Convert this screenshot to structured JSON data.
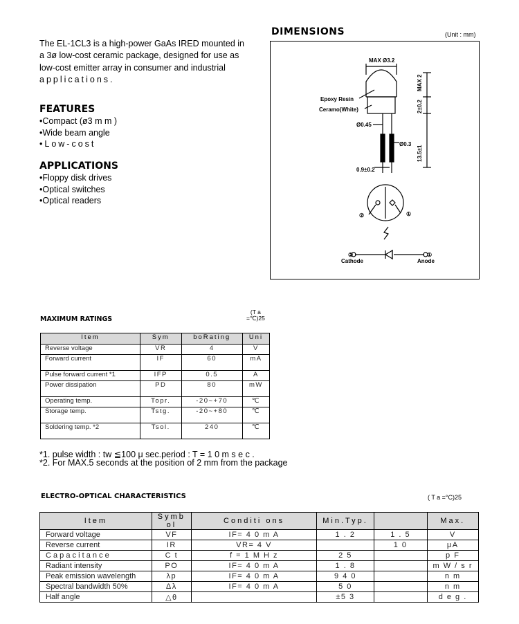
{
  "intro": {
    "text": "The EL-1CL3 is a high-power GaAs IRED mounted in a 3ø low-cost ceramic package, designed for use as low-cost emitter array in consumer and industrial"
  },
  "intro_tail": "applications.",
  "features": {
    "heading": "FEATURES",
    "items": [
      "•Compact (ø3 m m )",
      "•Wide beam angle",
      "•Low-cost"
    ]
  },
  "applications": {
    "heading": "APPLICATIONS",
    "items": [
      "•Floppy disk drives",
      "•Optical switches",
      "•Optical readers"
    ]
  },
  "dimensions": {
    "title": "DIMENSIONS",
    "unit": "(Unit : mm)",
    "labels": {
      "max_dia": "MAX Ø3.2",
      "max2": "MAX 2",
      "h": "2±0.2",
      "epoxy": "Epoxy Resin",
      "ceramic": "Ceramo(White)",
      "lead_dia": "Ø0.45",
      "pin_dia": "Ø0.3",
      "length": "13.5±1",
      "pitch": "0.9±0.2",
      "p2": "②",
      "p1": "①",
      "cathode_num": "②",
      "cathode": "Cathode",
      "anode_num": "①",
      "anode": "Anode"
    }
  },
  "max_ratings": {
    "title": "MAXIMUM RATINGS",
    "cond_line1": "(T a",
    "cond_line2": "=℃)25",
    "headers": [
      "Item",
      "Sym",
      "boRating",
      "Uni"
    ],
    "rows": [
      {
        "item": "Reverse voltage",
        "sym": "VR",
        "rating": "4",
        "unit": "V",
        "tall": false
      },
      {
        "item": "Forward current",
        "sym": "IF",
        "rating": "60",
        "unit": "mA",
        "tall": true
      },
      {
        "item": "Pulse forward current *1",
        "sym": "IFP",
        "rating": "0.5",
        "unit": "A",
        "tall": false
      },
      {
        "item": "Power dissipation",
        "sym": "PD",
        "rating": "80",
        "unit": "mW",
        "tall": true
      },
      {
        "item": "Operating temp.",
        "sym": "Topr.",
        "rating": "-20~+70",
        "unit": "℃",
        "tall": false
      },
      {
        "item": "Storage temp.",
        "sym": "Tstg.",
        "rating": "-20~+80",
        "unit": "℃",
        "tall": true
      },
      {
        "item": "Soldering temp. *2",
        "sym": "Tsol.",
        "rating": "240",
        "unit": "℃",
        "tall": true
      }
    ],
    "notes": [
      "*1. pulse width : tw ≦100 μ sec.period : T = 1 0 m s e c .",
      "*2. For MAX.5 seconds at the position of 2 mm from the package"
    ]
  },
  "electro_optical": {
    "title": "ELECTRO-OPTICAL CHARACTERISTICS",
    "cond": "( T a =°C)25",
    "headers": [
      "Item",
      "Symb ol",
      "Conditi ons",
      "Min.Typ.",
      "",
      "Max."
    ],
    "rows": [
      {
        "item": "Forward voltage",
        "sym": "VF",
        "cond": "IF= 4 0 m A",
        "min_typ": "1 . 2",
        "typ": "1 . 5",
        "max": "V"
      },
      {
        "item": "Reverse current",
        "sym": "IR",
        "cond": "VR= 4 V",
        "min_typ": "",
        "typ": "1 0",
        "max": "μA"
      },
      {
        "item": "C a p a c i t a n c e",
        "sym": "C t",
        "cond": "f = 1 M H z",
        "min_typ": "2 5",
        "typ": "",
        "max": "p F"
      },
      {
        "item": "Radiant intensity",
        "sym": "PO",
        "cond": "IF= 4 0 m A",
        "min_typ": "1 . 8",
        "typ": "",
        "max": "m W / s r"
      },
      {
        "item": "Peak emission wavelength",
        "sym": "λp",
        "cond": "IF= 4 0 m A",
        "min_typ": "9 4 0",
        "typ": "",
        "max": "n m"
      },
      {
        "item": "Spectral bandwidth 50%",
        "sym": "Δλ",
        "cond": "IF= 4 0 m A",
        "min_typ": "5 0",
        "typ": "",
        "max": "n m"
      },
      {
        "item": "Half angle",
        "sym": "△θ",
        "cond": "",
        "min_typ": "±5 3",
        "typ": "",
        "max": "d e g ."
      }
    ]
  }
}
